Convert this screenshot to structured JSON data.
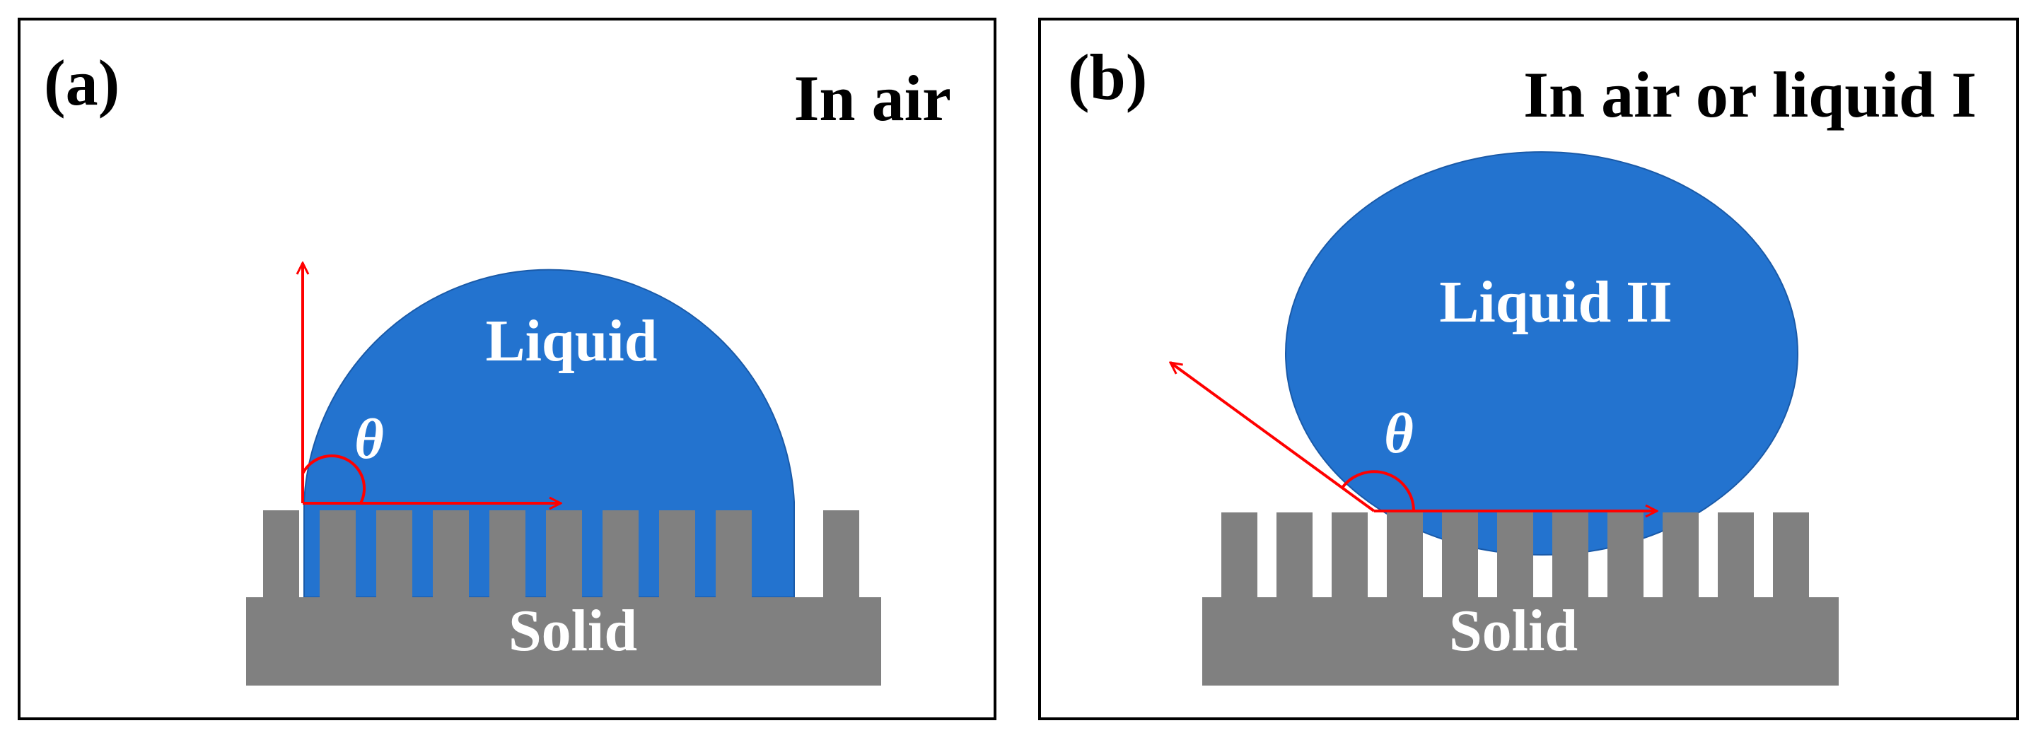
{
  "panels": [
    {
      "label": "(a)",
      "environment": "In air",
      "droplet_label": "Liquid",
      "angle_symbol": "θ",
      "substrate_label": "Solid"
    },
    {
      "label": "(b)",
      "environment": "In air or liquid I",
      "droplet_label": "Liquid II",
      "angle_symbol": "θ",
      "substrate_label": "Solid"
    }
  ],
  "colors": {
    "droplet": "#2373cf",
    "droplet_edge": "#1a5aa8",
    "solid": "#808080",
    "arrow": "#ff0000",
    "frame": "#000000",
    "text_dark": "#000000",
    "text_light": "#ffffff"
  }
}
